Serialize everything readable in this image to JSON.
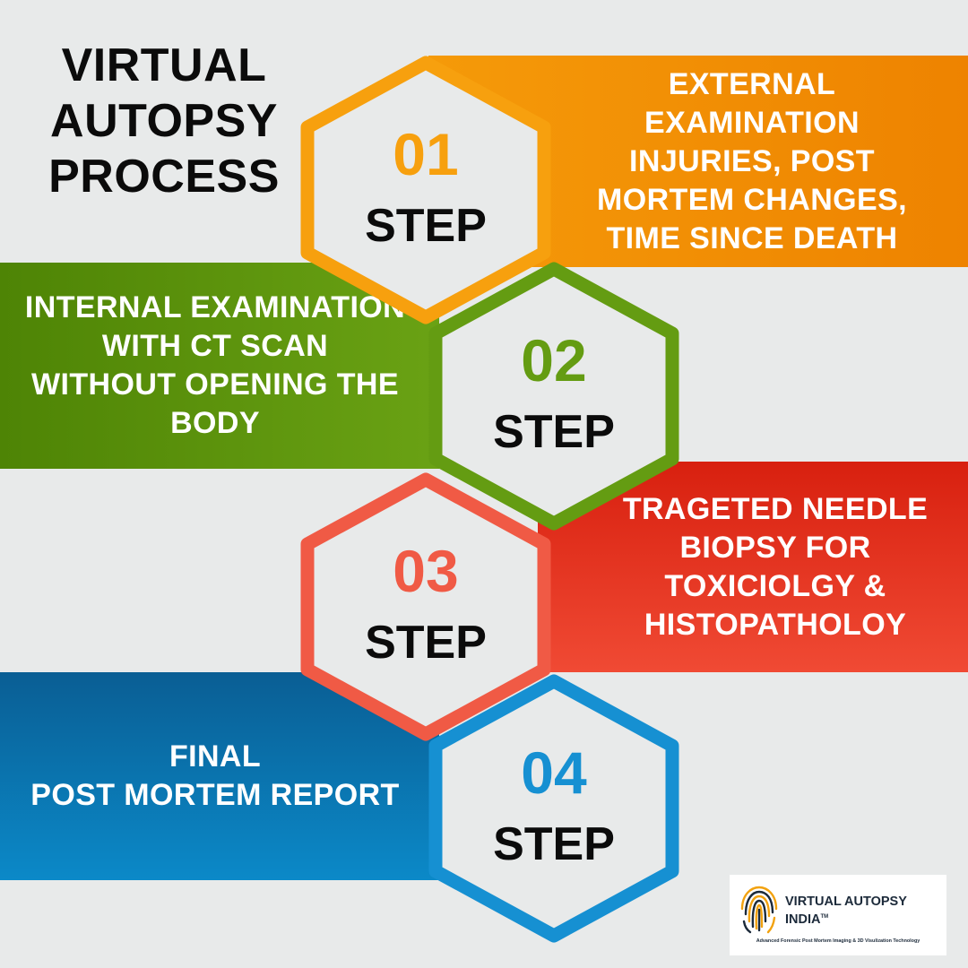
{
  "title": {
    "lines": [
      "VIRTUAL",
      "AUTOPSY",
      "PROCESS"
    ]
  },
  "steps": [
    {
      "number": "01",
      "label": "STEP",
      "color": "#f7a00e",
      "description": "EXTERNAL\nEXAMINATION\nINJURIES, POST\nMORTEM CHANGES,\nTIME SINCE DEATH"
    },
    {
      "number": "02",
      "label": "STEP",
      "color": "#649c12",
      "description": "INTERNAL EXAMINATION\nWITH CT SCAN\nWITHOUT OPENING THE\nBODY"
    },
    {
      "number": "03",
      "label": "STEP",
      "color": "#f05a45",
      "description": "TRAGETED NEEDLE\nBIOPSY FOR\nTOXICIOLGY &\nHISTOPATHOLOY"
    },
    {
      "number": "04",
      "label": "STEP",
      "color": "#1690d2",
      "description": "FINAL\nPOST MORTEM REPORT"
    }
  ],
  "logo": {
    "name_line1": "VIRTUAL AUTOPSY",
    "name_line2": "INDIA",
    "trademark": "TM",
    "tagline": "Advanced Forensic Post Mortem Imaging & 3D Visulization Technology",
    "icon": "fingerprint-icon"
  },
  "colors": {
    "background": "#e8eaea",
    "orange": "#f59a09",
    "green": "#5a9210",
    "red": "#e3321f",
    "blue": "#0b78b6"
  }
}
